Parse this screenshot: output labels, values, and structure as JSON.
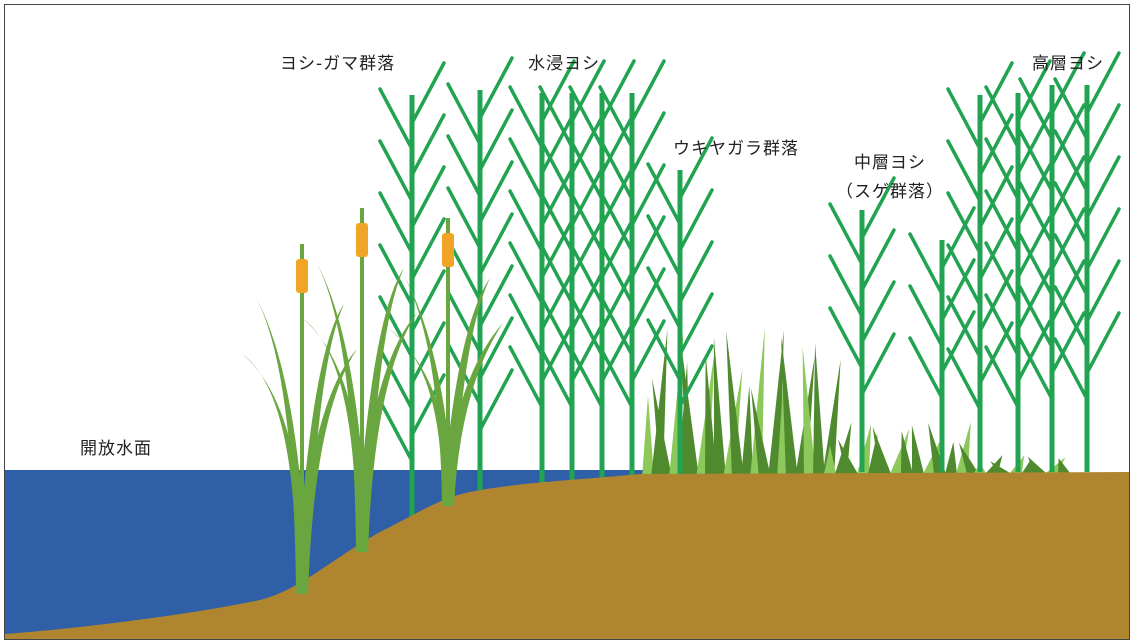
{
  "labels": {
    "open_water": "開放水面",
    "reed_cattail": "ヨシ-ガマ群落",
    "submerged_reed": "水浸ヨシ",
    "sedge_ukiyagara": "ウキヤガラ群落",
    "mid_reed_line1": "中層ヨシ",
    "mid_reed_line2": "（スゲ群落）",
    "tall_reed": "高層ヨシ"
  },
  "colors": {
    "water": "#2f5fa7",
    "soil": "#b08530",
    "reed_stem": "#22a352",
    "cattail_leaf": "#6aa640",
    "cattail_head": "#f0a526",
    "sedge_dark": "#4f8a2e",
    "sedge_light": "#8cc85a",
    "border": "#444444"
  }
}
